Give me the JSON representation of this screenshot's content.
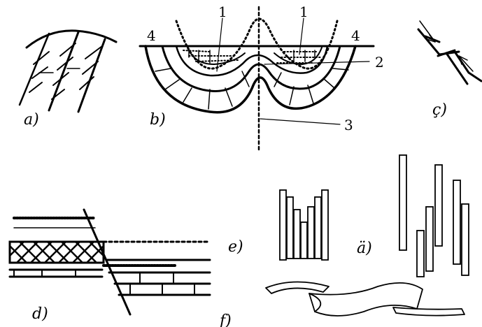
{
  "panels": {
    "a": {
      "label": "a)"
    },
    "b": {
      "label": "b)",
      "callouts": [
        "1",
        "1",
        "2",
        "3",
        "4",
        "4"
      ]
    },
    "c": {
      "label": "ç)"
    },
    "d": {
      "label": "d)"
    },
    "e": {
      "label": "e)"
    },
    "ae": {
      "label": "ä)"
    },
    "f": {
      "label": "f)"
    }
  },
  "colors": {
    "ink": "#000000",
    "background": "#ffffff"
  }
}
